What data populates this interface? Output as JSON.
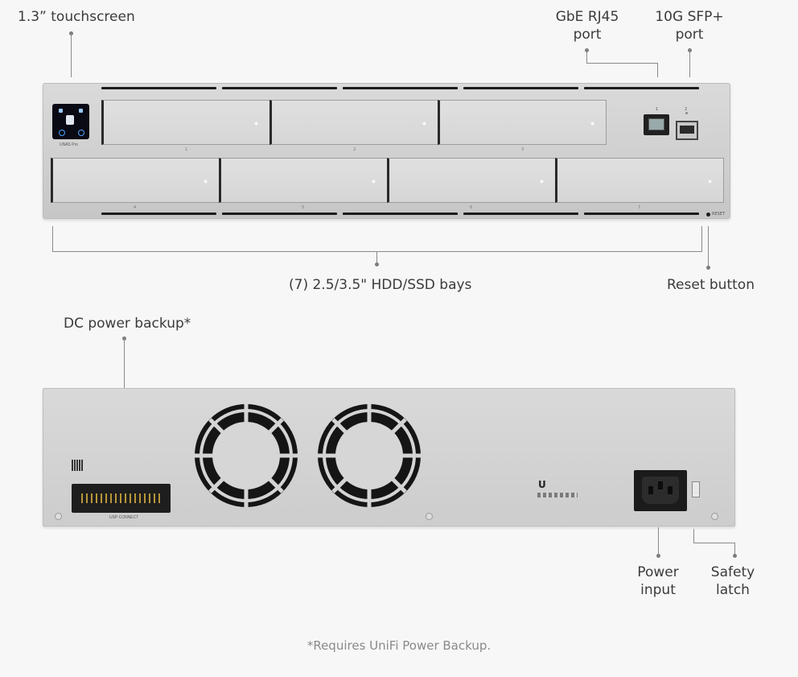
{
  "callouts": {
    "touchscreen": "1.3” touchscreen",
    "rj45_line1": "GbE RJ45",
    "rj45_line2": "port",
    "sfp_line1": "10G SFP+",
    "sfp_line2": "port",
    "bays": "(7) 2.5/3.5\" HDD/SSD bays",
    "reset": "Reset button",
    "dc_backup": "DC power backup*",
    "power_line1": "Power",
    "power_line2": "input",
    "latch_line1": "Safety",
    "latch_line2": "latch"
  },
  "device": {
    "model_label": "UNAS Pro",
    "bay_numbers": [
      "1",
      "2",
      "3",
      "4",
      "5",
      "6",
      "7"
    ],
    "port_numbers": [
      "1",
      "2"
    ],
    "reset_label": "RESET",
    "dc_port_label": "USP CONNECT",
    "brand_mark": "U"
  },
  "footnote": "*Requires UniFi Power Backup."
}
